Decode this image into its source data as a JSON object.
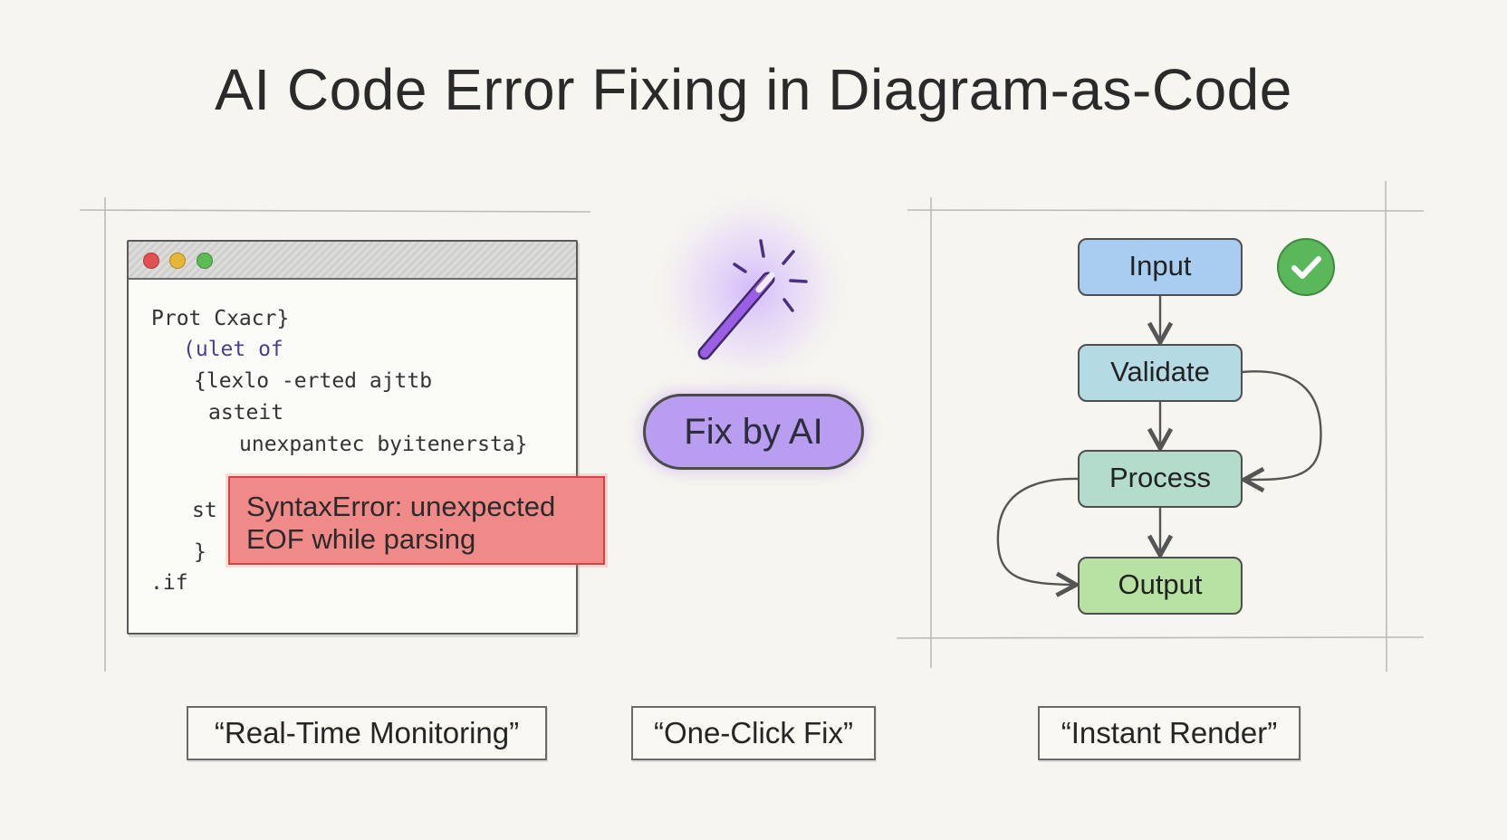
{
  "title": "AI Code Error Fixing in Diagram-as-Code",
  "code_panel": {
    "lines": [
      "Prot Cxacr}",
      "(ulet of",
      "{lexlo -erted ajttb",
      "asteit",
      "unexpantec byitenersta}",
      "st",
      "}",
      ".if"
    ],
    "error_message": "SyntaxError: unexpected EOF while parsing"
  },
  "fix_button": {
    "label": "Fix by AI",
    "icon": "magic-wand-icon"
  },
  "flowchart": {
    "nodes": [
      "Input",
      "Validate",
      "Process",
      "Output"
    ],
    "status_icon": "check-icon"
  },
  "captions": [
    "“Real-Time Monitoring”",
    "“One-Click Fix”",
    "“Instant Render”"
  ],
  "colors": {
    "error": "#f08a88",
    "button": "#b99df0",
    "input": "#a9cdf0",
    "validate": "#b4dbe3",
    "process": "#b3dccd",
    "output": "#b8e2a3",
    "check": "#5ab85a"
  }
}
